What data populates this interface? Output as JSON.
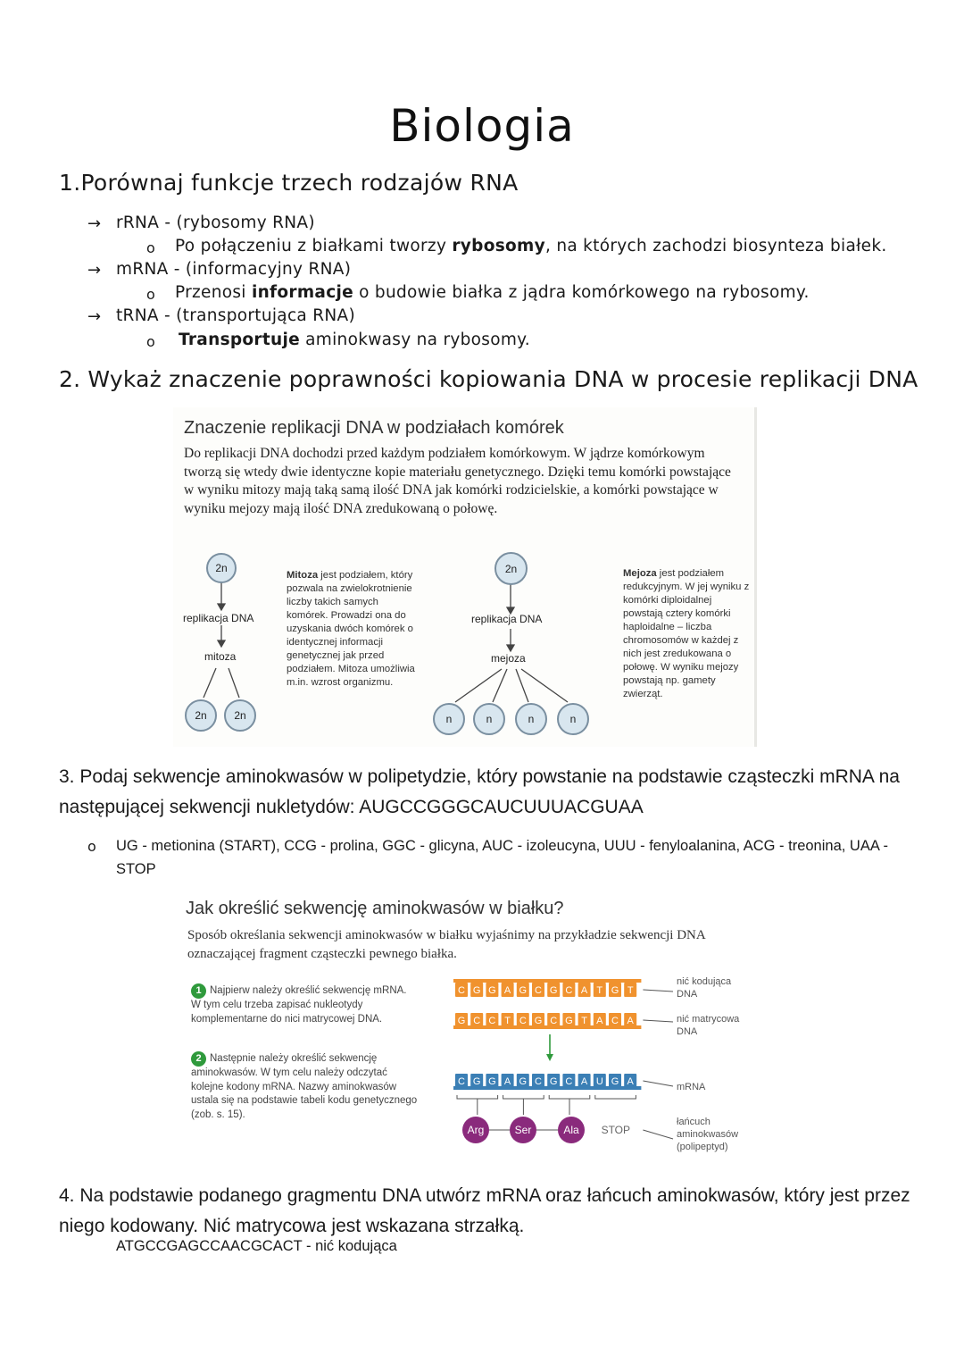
{
  "title": "Biologia",
  "q1": {
    "heading": "1.Porównaj funkcje trzech rodzajów RNA",
    "items": [
      {
        "name": "rRNA - (rybosomy RNA)",
        "pre": "Po połączeniu z białkami tworzy ",
        "bold": "rybosomy",
        "post": ", na których zachodzi biosynteza białek."
      },
      {
        "name": "mRNA - (informacyjny RNA)",
        "pre": "Przenosi ",
        "bold": "informacje",
        "post": " o budowie białka z jądra komórkowego na rybosomy."
      },
      {
        "name": "tRNA - (transportująca RNA)",
        "pre": "",
        "bold": "Transportuje",
        "post": " aminokwasy na rybosomy."
      }
    ]
  },
  "q2": {
    "heading": "2. Wykaż znaczenie poprawności kopiowania DNA w procesie replikacji DNA",
    "figure": {
      "title": "Znaczenie replikacji DNA w podziałach komórek",
      "text": "Do replikacji DNA dochodzi przed każdym podziałem komórkowym. W jądrze komórkowym tworzą się wtedy dwie identyczne kopie materiału genetycznego. Dzięki temu komórki powstające w wyniku mitozy mają taką samą ilość DNA jak komórki rodzicielskie, a komórki powstające w wyniku mejozy mają ilość DNA zredukowaną o połowę.",
      "mitosis": {
        "top": "2n",
        "step1": "replikacja DNA",
        "step2": "mitoza",
        "out": [
          "2n",
          "2n"
        ],
        "desc_bold": "Mitoza",
        "desc": " jest podziałem, który pozwala na zwielokrotnienie liczby takich samych komórek. Prowadzi ona do uzyskania dwóch komórek o identycznej informacji genetycznej jak przed podziałem. Mitoza umożliwia m.in. wzrost organizmu."
      },
      "meiosis": {
        "top": "2n",
        "step1": "replikacja DNA",
        "step2": "mejoza",
        "out": [
          "n",
          "n",
          "n",
          "n"
        ],
        "desc_bold": "Mejoza",
        "desc": " jest podziałem redukcyjnym. W jej wyniku z komórki diploidalnej powstają cztery komórki haploidalne – liczba chromosomów w każdej z nich jest zredukowana o połowę. W wyniku mejozy powstają np. gamety zwierząt."
      }
    }
  },
  "q3": {
    "heading": "3. Podaj sekwencje aminokwasów w polipetydzie, który powstanie na podstawie cząsteczki mRNA na następującej sekwencji nukletydów: AUGCCGGGCAUCUUUACGUAA",
    "answer": "UG - metionina (START), CCG - prolina, GGC - glicyna, AUC - izoleucyna, UUU - fenyloalanina, ACG - treonina, UAA - STOP",
    "figure": {
      "title": "Jak określić sekwencję aminokwasów w białku?",
      "text": "Sposób określania sekwencji aminokwasów w białku wyjaśnimy na przykładzie sekwencji DNA oznaczającej fragment cząsteczki pewnego białka.",
      "step1_num": "1",
      "step1": "Najpierw należy określić sekwencję mRNA. W tym celu trzeba zapisać nukleotydy komplementarne do nici matrycowej DNA.",
      "step2_num": "2",
      "step2": "Następnie należy określić sekwencję aminokwasów. W tym celu należy odczytać kolejne kodony mRNA. Nazwy aminokwasów ustala się na podstawie tabeli kodu genetycznego (zob. s. 15).",
      "coding_strand": [
        "C",
        "G",
        "G",
        "A",
        "G",
        "C",
        "G",
        "C",
        "A",
        "T",
        "G",
        "T"
      ],
      "template_strand": [
        "G",
        "C",
        "C",
        "T",
        "C",
        "G",
        "C",
        "G",
        "T",
        "A",
        "C",
        "A"
      ],
      "mrna": [
        "C",
        "G",
        "G",
        "A",
        "G",
        "C",
        "G",
        "C",
        "A",
        "U",
        "G",
        "A"
      ],
      "amino": [
        "Arg",
        "Ser",
        "Ala"
      ],
      "stop": "STOP",
      "label_coding": "nić kodująca DNA",
      "label_template": "nić matrycowa DNA",
      "label_mrna": "mRNA",
      "label_chain": "łańcuch aminokwasów (polipeptyd)",
      "colors": {
        "dna": "#f0922e",
        "mrna": "#3b7fb5",
        "amino": "#8a2a7c",
        "arrow": "#2f9a3c"
      }
    }
  },
  "q4": {
    "heading": "4. Na podstawie podanego gragmentu DNA utwórz mRNA oraz łańcuch aminokwasów, który jest przez niego kodowany. Nić matrycowa jest wskazana strzałką.",
    "answer": "ATGCCGAGCCAACGCACT - nić kodująca"
  }
}
